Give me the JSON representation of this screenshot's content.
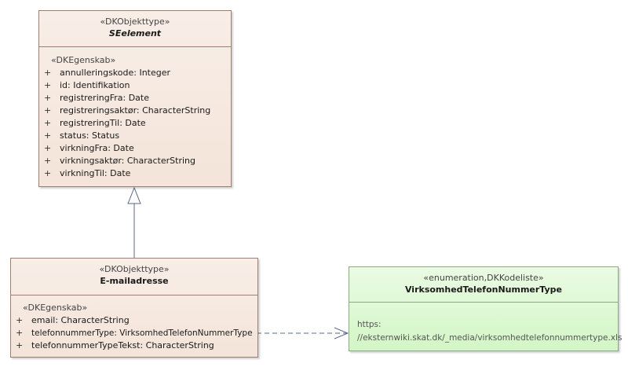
{
  "seelement": {
    "stereotype": "«DKObjekttype»",
    "name": "SEelement",
    "attr_stereotype": "«DKEgenskab»",
    "attributes": [
      {
        "vis": "+",
        "text": "annulleringskode: Integer"
      },
      {
        "vis": "+",
        "text": "id: Identifikation"
      },
      {
        "vis": "+",
        "text": "registreringFra: Date"
      },
      {
        "vis": "+",
        "text": "registreringsaktør: CharacterString"
      },
      {
        "vis": "+",
        "text": "registreringTil: Date"
      },
      {
        "vis": "+",
        "text": "status: Status"
      },
      {
        "vis": "+",
        "text": "virkningFra: Date"
      },
      {
        "vis": "+",
        "text": "virkningsaktør: CharacterString"
      },
      {
        "vis": "+",
        "text": "virkningTil: Date"
      }
    ]
  },
  "emailadresse": {
    "stereotype": "«DKObjekttype»",
    "name": "E-mailadresse",
    "attr_stereotype": "«DKEgenskab»",
    "attributes": [
      {
        "vis": "+",
        "text": "email: CharacterString"
      },
      {
        "vis": "+",
        "text": "telefonnummerType: VirksomhedTelefonNummerType"
      },
      {
        "vis": "+",
        "text": "telefonnummerTypeTekst: CharacterString"
      }
    ]
  },
  "enumtype": {
    "stereotype": "«enumeration,DKKodeliste»",
    "name": "VirksomhedTelefonNummerType",
    "body_lines": [
      "https:",
      "//eksternwiki.skat.dk/_media/virksomhedtelefonnummertype.xls"
    ]
  },
  "colors": {
    "class_fill": "#f4e4d9",
    "enum_fill": "#d3f6c6",
    "border": "#a07f70",
    "connector": "#5a6a8a"
  }
}
